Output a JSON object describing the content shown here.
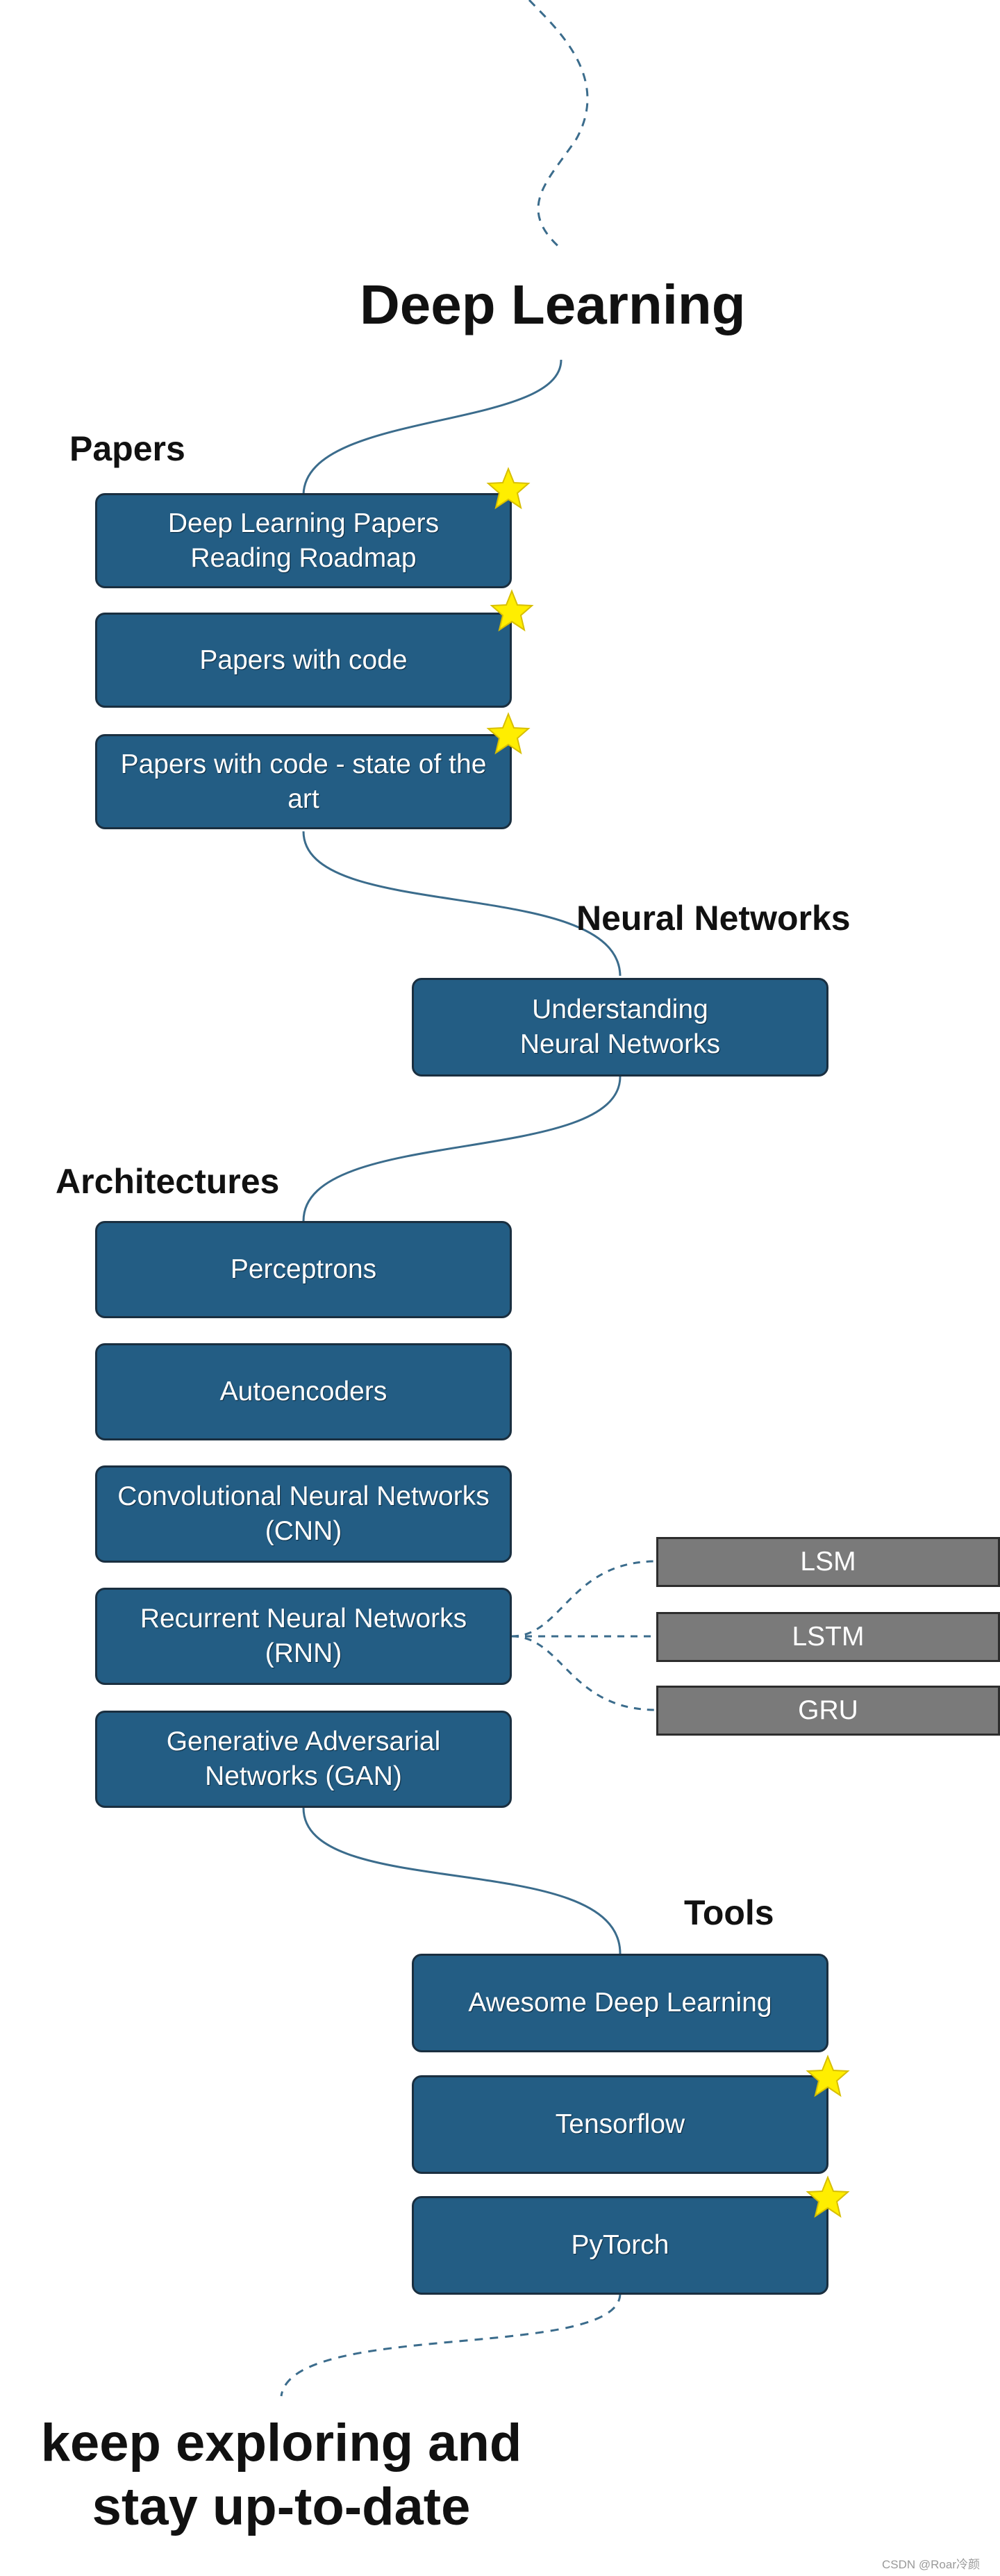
{
  "title": "Deep Learning",
  "sections": {
    "papers": "Papers",
    "neural_networks": "Neural Networks",
    "architectures": "Architectures",
    "tools": "Tools"
  },
  "nodes": {
    "dl_papers_roadmap": {
      "text": "Deep Learning Papers\nReading Roadmap",
      "starred": true
    },
    "papers_with_code": {
      "text": "Papers with code",
      "starred": true
    },
    "papers_with_code_sota": {
      "text": "Papers with code - state of the\nart",
      "starred": true
    },
    "understanding_nn": {
      "text": "Understanding\nNeural Networks",
      "starred": false
    },
    "perceptrons": {
      "text": "Perceptrons",
      "starred": false
    },
    "autoencoders": {
      "text": "Autoencoders",
      "starred": false
    },
    "cnn": {
      "text": "Convolutional Neural Networks\n(CNN)",
      "starred": false
    },
    "rnn": {
      "text": "Recurrent Neural Networks\n(RNN)",
      "starred": false
    },
    "gan": {
      "text": "Generative Adversarial\nNetworks (GAN)",
      "starred": false
    },
    "awesome_dl": {
      "text": "Awesome Deep Learning",
      "starred": false
    },
    "tensorflow": {
      "text": "Tensorflow",
      "starred": true
    },
    "pytorch": {
      "text": "PyTorch",
      "starred": true
    }
  },
  "rnn_variants": [
    "LSM",
    "LSTM",
    "GRU"
  ],
  "footer": "keep exploring and\nstay up-to-date",
  "watermark": "CSDN @Roar冷颜",
  "colors": {
    "node_fill": "#235d84",
    "node_border": "#1a2f40",
    "leaf_fill": "#7a7a7a",
    "connector": "#3b6c8c",
    "star": "#ffee00"
  }
}
